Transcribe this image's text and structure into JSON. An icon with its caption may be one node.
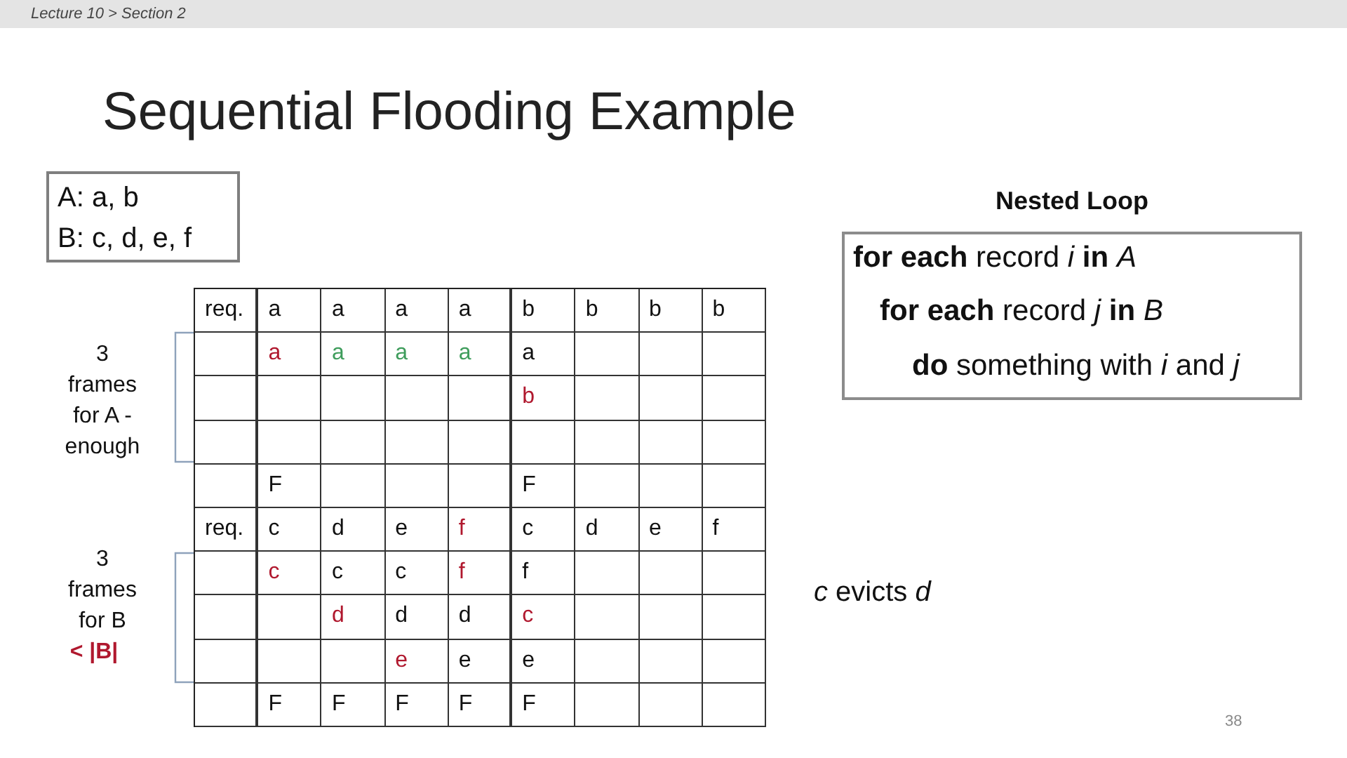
{
  "diagram": {
    "title": "Sequential Flooding Example",
    "nodes": [
      {
        "text": [
          "A: a, b",
          "B: c, d, e, f"
        ]
      },
      {
        "text": [
          "Nested Loop",
          "**for each** record *i* **in** *A*",
          "**for each** record *j* **in** *B*",
          "**do** something with *i* and *j*"
        ]
      }
    ],
    "labels": [
      "Lecture 10 > Section 2",
      "req.",
      "a",
      "a",
      "a",
      "a",
      "b",
      "b",
      "b",
      "b",
      "a",
      "a",
      "a",
      "a",
      "a",
      "b",
      "F",
      "F",
      "req.",
      "c",
      "d",
      "e",
      "f",
      "c",
      "d",
      "e",
      "f",
      "c",
      "c",
      "c",
      "f",
      "f",
      "d",
      "d",
      "d",
      "c",
      "e",
      "e",
      "e",
      "F",
      "F",
      "F",
      "F",
      "F",
      "3 frames for A - enough",
      "3 frames for B",
      "< |B|",
      "*c* evicts *d*",
      "38"
    ]
  }
}
